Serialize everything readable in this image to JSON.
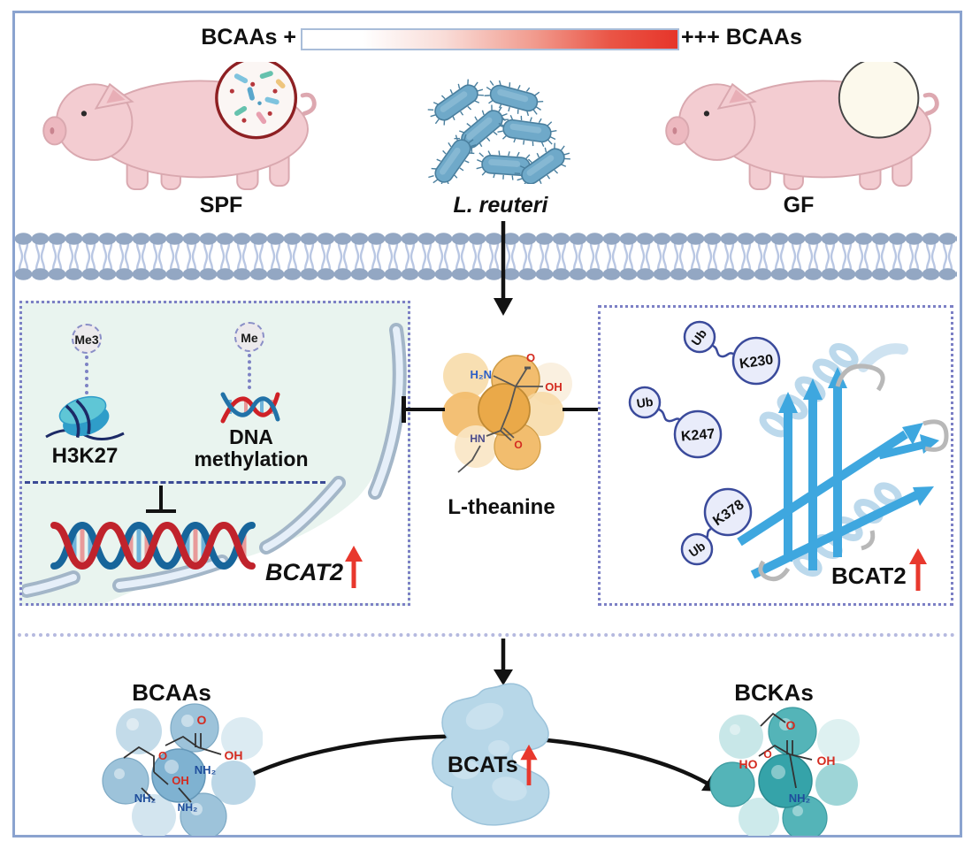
{
  "top": {
    "bar_left": "BCAAs +",
    "bar_right": "+++ BCAAs",
    "spf": "SPF",
    "reuteri": "L. reuteri",
    "gf": "GF"
  },
  "nucleus": {
    "me3": "Me3",
    "me": "Me",
    "h3k27": "H3K27",
    "dna_line1": "DNA",
    "dna_line2": "methylation",
    "bcat2": "BCAT2"
  },
  "theanine": {
    "label": "L-theanine",
    "atoms": [
      "H₂N",
      "O",
      "OH",
      "HN",
      "O"
    ]
  },
  "ub": {
    "ub1": "Ub",
    "k230": "K230",
    "ub2": "Ub",
    "k247": "K247",
    "k378": "K378",
    "ub3": "Ub",
    "bcat2": "BCAT2"
  },
  "reaction": {
    "bcaas": "BCAAs",
    "bcats": "BCATs",
    "bckas": "BCKAs",
    "bcaa_atoms": [
      "O",
      "OH",
      "NH₂",
      "O",
      "OH",
      "NH₂",
      "NH₂"
    ],
    "bcka_atoms": [
      "O",
      "HO",
      "O",
      "OH",
      "NH₂"
    ]
  },
  "colors": {
    "frame": "#8ba3cf",
    "panel_border": "#7c80c5",
    "accent_red": "#e8382d",
    "membrane": "#93a7c3",
    "bacteria": "#6fa9c9",
    "protein_blue": "#3ea7df",
    "nucleus_fill": "#e9f4ef",
    "gradient_end": "#e6352a"
  }
}
